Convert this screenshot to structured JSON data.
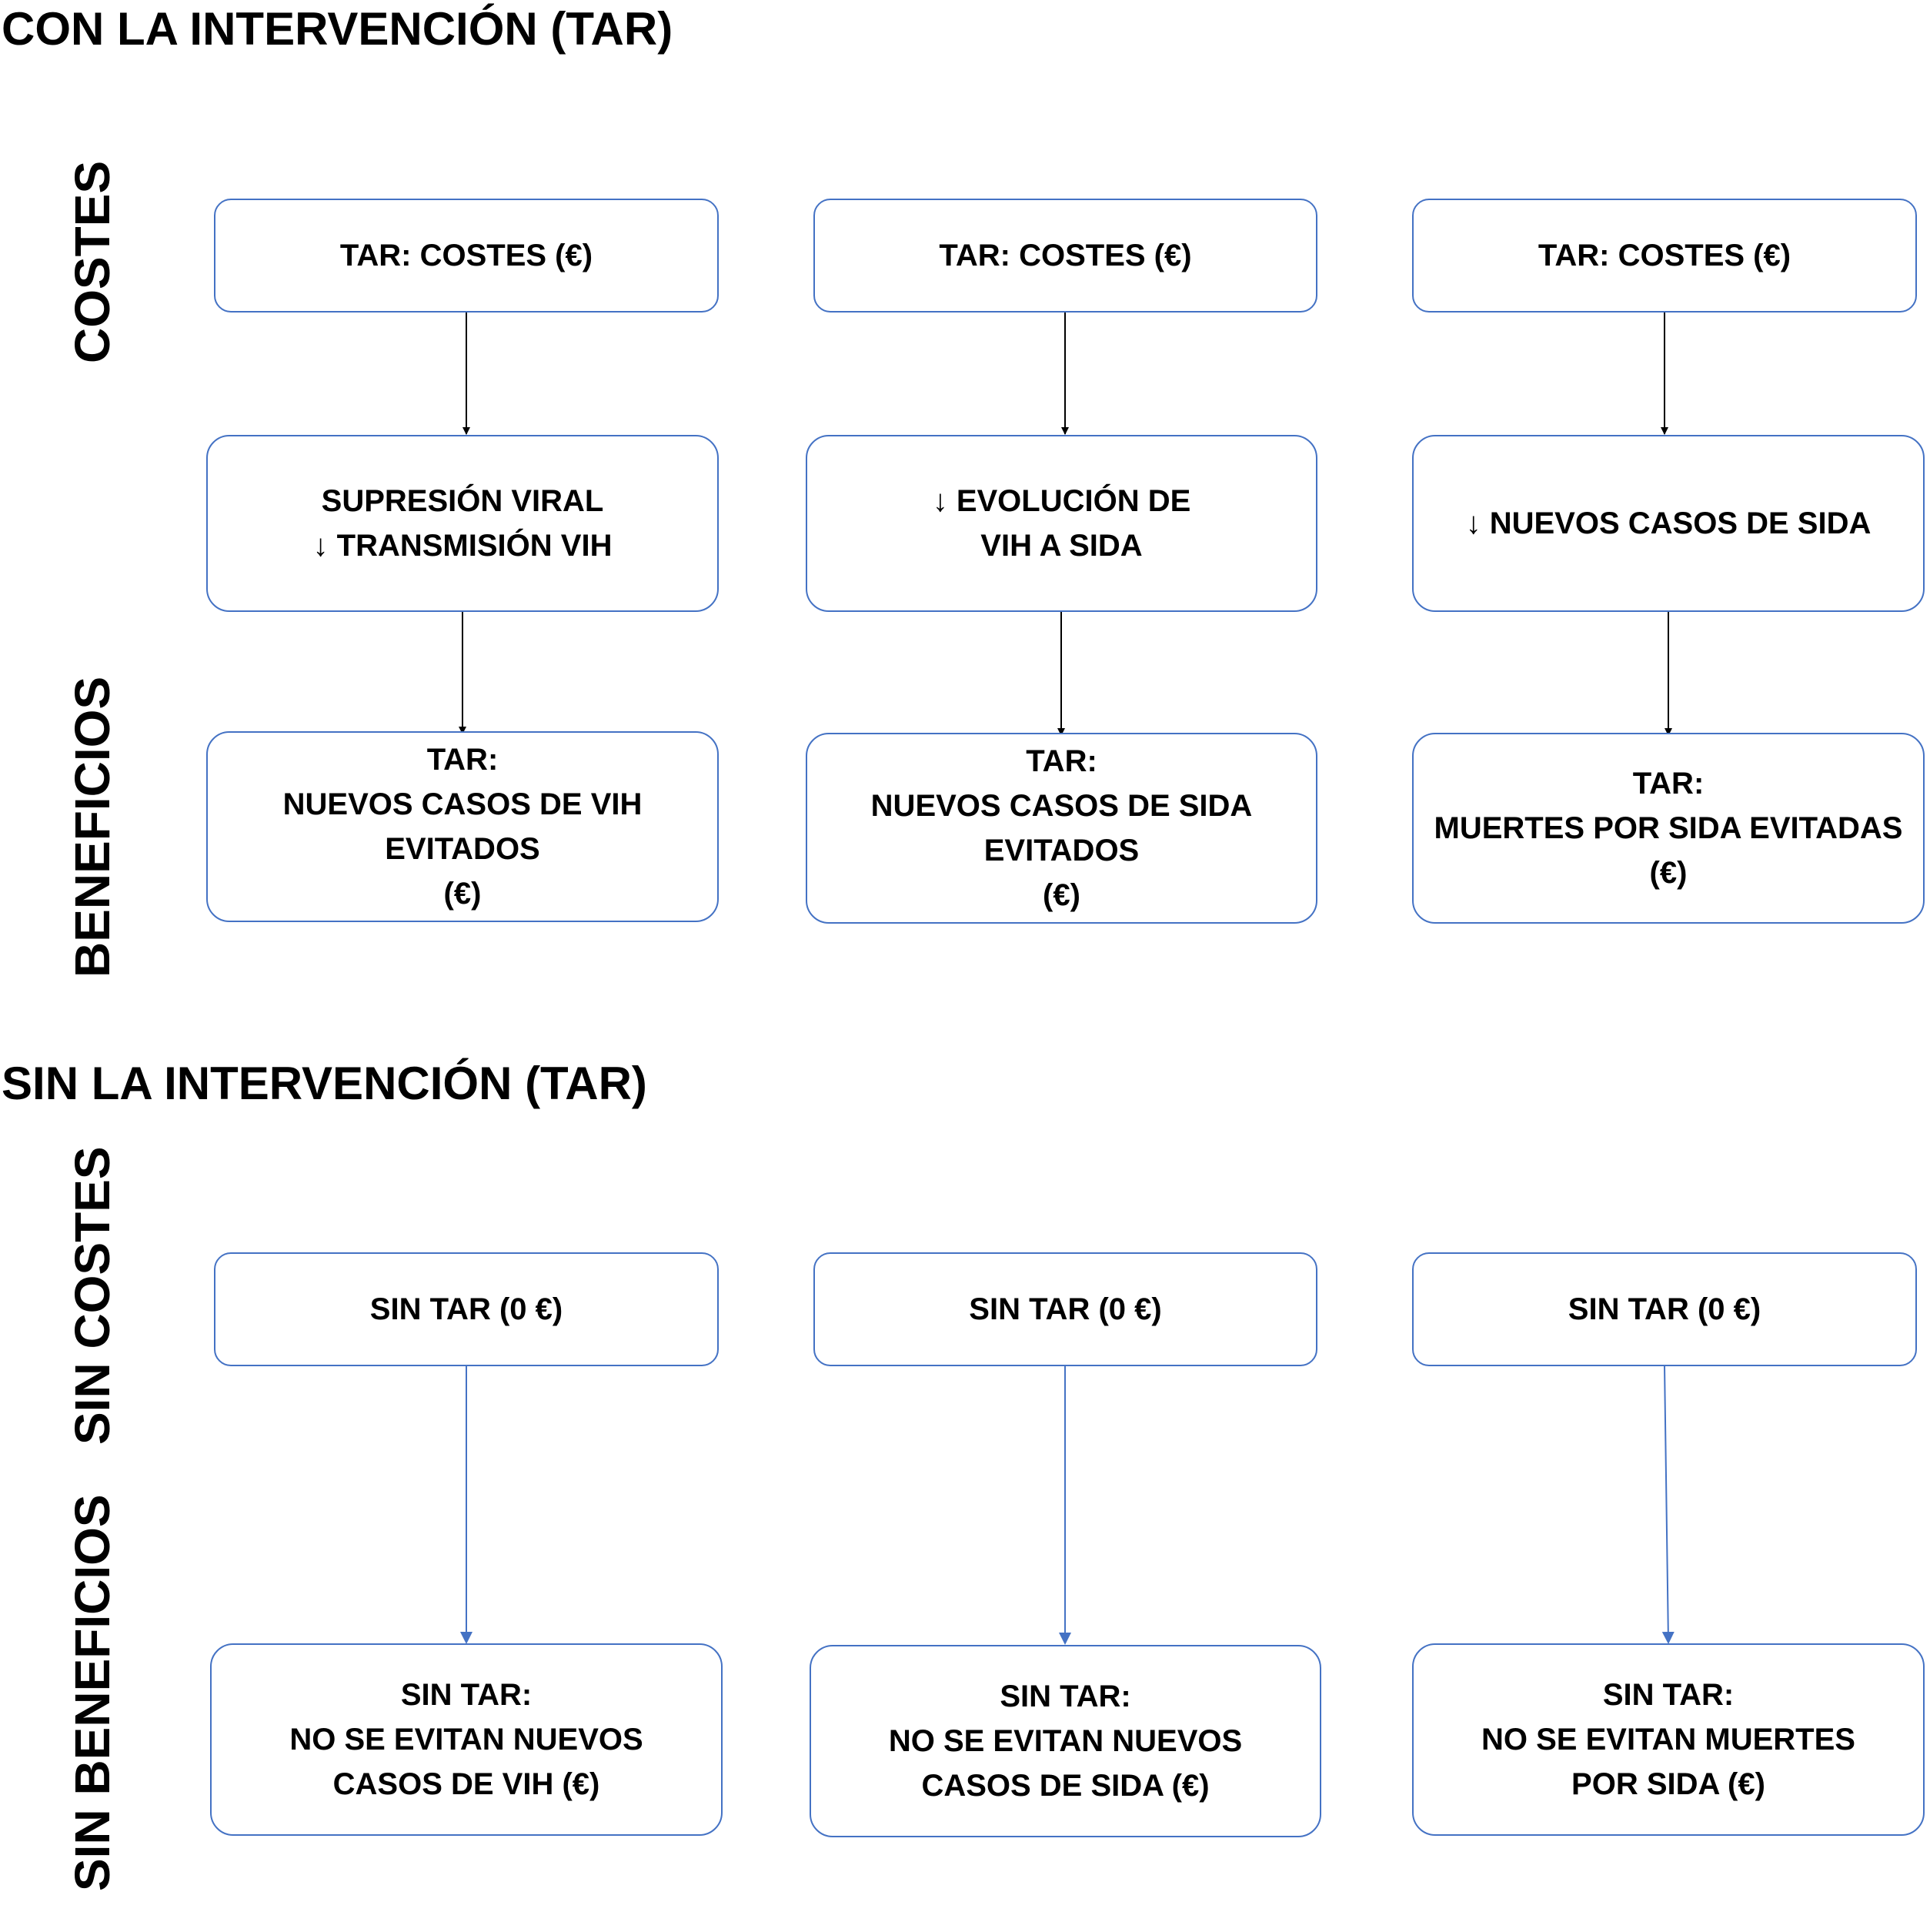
{
  "sections": {
    "with": {
      "title": "CON LA INTERVENCIÓN (TAR)",
      "side_costs": "COSTES",
      "side_benefits": "BENEFICIOS",
      "costs": [
        "TAR: COSTES (€)",
        "TAR: COSTES (€)",
        "TAR: COSTES (€)"
      ],
      "effects": [
        "SUPRESIÓN VIRAL\n↓ TRANSMISIÓN VIH",
        "↓ EVOLUCIÓN DE\nVIH A SIDA",
        "↓ NUEVOS CASOS DE SIDA"
      ],
      "benefits": [
        "TAR:\nNUEVOS CASOS DE VIH\nEVITADOS\n(€)",
        "TAR:\nNUEVOS CASOS DE SIDA\nEVITADOS\n(€)",
        "TAR:\nMUERTES POR SIDA EVITADAS\n(€)"
      ]
    },
    "without": {
      "title": "SIN LA INTERVENCIÓN (TAR)",
      "side_costs": "SIN COSTES",
      "side_benefits": "SIN BENEFICIOS",
      "costs": [
        "SIN TAR (0 €)",
        "SIN TAR (0 €)",
        "SIN TAR (0 €)"
      ],
      "benefits": [
        "SIN TAR:\nNO SE EVITAN NUEVOS\nCASOS DE VIH (€)",
        "SIN TAR:\nNO SE EVITAN NUEVOS\nCASOS DE SIDA (€)",
        "SIN TAR:\nNO SE EVITAN MUERTES\nPOR SIDA (€)"
      ]
    }
  },
  "colors": {
    "box_border": "#4472c4",
    "arrow_black": "#000000",
    "arrow_blue": "#4472c4"
  }
}
